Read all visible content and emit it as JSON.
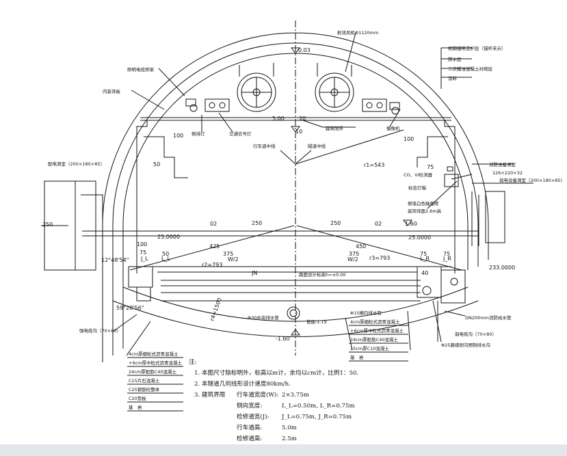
{
  "labels": {
    "jet_fan": "射流风机Φ1120mm",
    "lining_top": "初期锚喷支护层（锚杆未示）",
    "lining_2": "防水层",
    "lining_3": "二次模注混凝土衬砌层",
    "lining_4": "涂料",
    "cable_tray": "照明电缆桥架",
    "decor_board": "内装饰板",
    "lamp": "侧排灯",
    "signal": "交通信号灯",
    "clearance": "建筑限界",
    "camera": "摄像机",
    "co_vi": "CO、VI检测器",
    "sign_lamp": "标志灯箱",
    "side_wall": "侧墙白色釉面砖",
    "side_wall2": "装饰饰面2.6m高",
    "fire_box": "消防设备洞室",
    "fire_box_size": "126×220×32",
    "elec_box_r": "弱电设备洞室（200×180×85）",
    "elec_box_l": "配电洞室（200×180×85）",
    "lane_center_l": "行车道中线",
    "tunnel_center": "隧道中线",
    "design_elev": "路面设计标高h=±0.00",
    "drain_pipe": "Φ15横向排水管",
    "center_ditch": "Φ30中央排水管",
    "pipe_top": "管底-1.19",
    "cable_ditch_l": "强电缆沟（70×80）",
    "cable_ditch_r": "弱电缆沟（70×80）",
    "fire_pipe": "DN200mm消防给水管",
    "edge_drain": "Φ25路缘侧沟预制排水沟",
    "r1": "r1=543",
    "r2": "r2=793",
    "r3": "r3=793",
    "r4": "r4=1500",
    "angle_l": "12°48'54\"",
    "angle_l2": "59°28'56\"",
    "elev_25": "25.0000",
    "elev_233": "233.0000",
    "elev_160": "1.60",
    "elev_m160": "-1.60",
    "elev_003": "0.03",
    "w_500": "5.00",
    "dim_20": "20",
    "dim_10": "10",
    "dim_100": "100",
    "dim_50": "50",
    "dim_75": "75",
    "dim_250": "250",
    "dim_425": "425",
    "dim_450": "450",
    "dim_375": "375",
    "dim_40": "40",
    "dim_02": "02",
    "dim_w2": "W/2",
    "dim_jl": "J_L",
    "dim_lr": "L_R",
    "dim_jr": "J_R",
    "dim_ll": "L_L",
    "dim_jn": "JN"
  },
  "layers_left": [
    "4cm厚细粒式沥青混凝土",
    "+6cm厚中粒式沥青混凝土",
    "24cm厚配筋C40混凝土",
    "C15片石混凝土",
    "C25钢筋砼整体",
    "C20垫板",
    "基　岩"
  ],
  "layers_right": [
    "4cm厚细粒式沥青混凝土",
    "+6cm厚中粒式沥青混凝土",
    "24cm厚配筋C40混凝土",
    "15cm厚C10混凝土",
    "基　岩"
  ],
  "notes": {
    "head": "注:",
    "n1": "1. 本图尺寸除标明外，标高以m计，余均以cm计，比例1：50.",
    "n2": "2. 本隧道几何线形设计速度80km/h.",
    "n3": "3. 建筑界限",
    "rows": [
      {
        "k": "行车道宽度(W):",
        "v": "2×3.75m"
      },
      {
        "k": "侧向宽度:",
        "v": "L_L=0.50m, L_R=0.75m"
      },
      {
        "k": "检修道宽(J):",
        "v": "J_L=0.75m, J_R=0.75m"
      },
      {
        "k": "行车道高:",
        "v": "5.0m"
      },
      {
        "k": "检修道高:",
        "v": "2.5m"
      }
    ]
  }
}
